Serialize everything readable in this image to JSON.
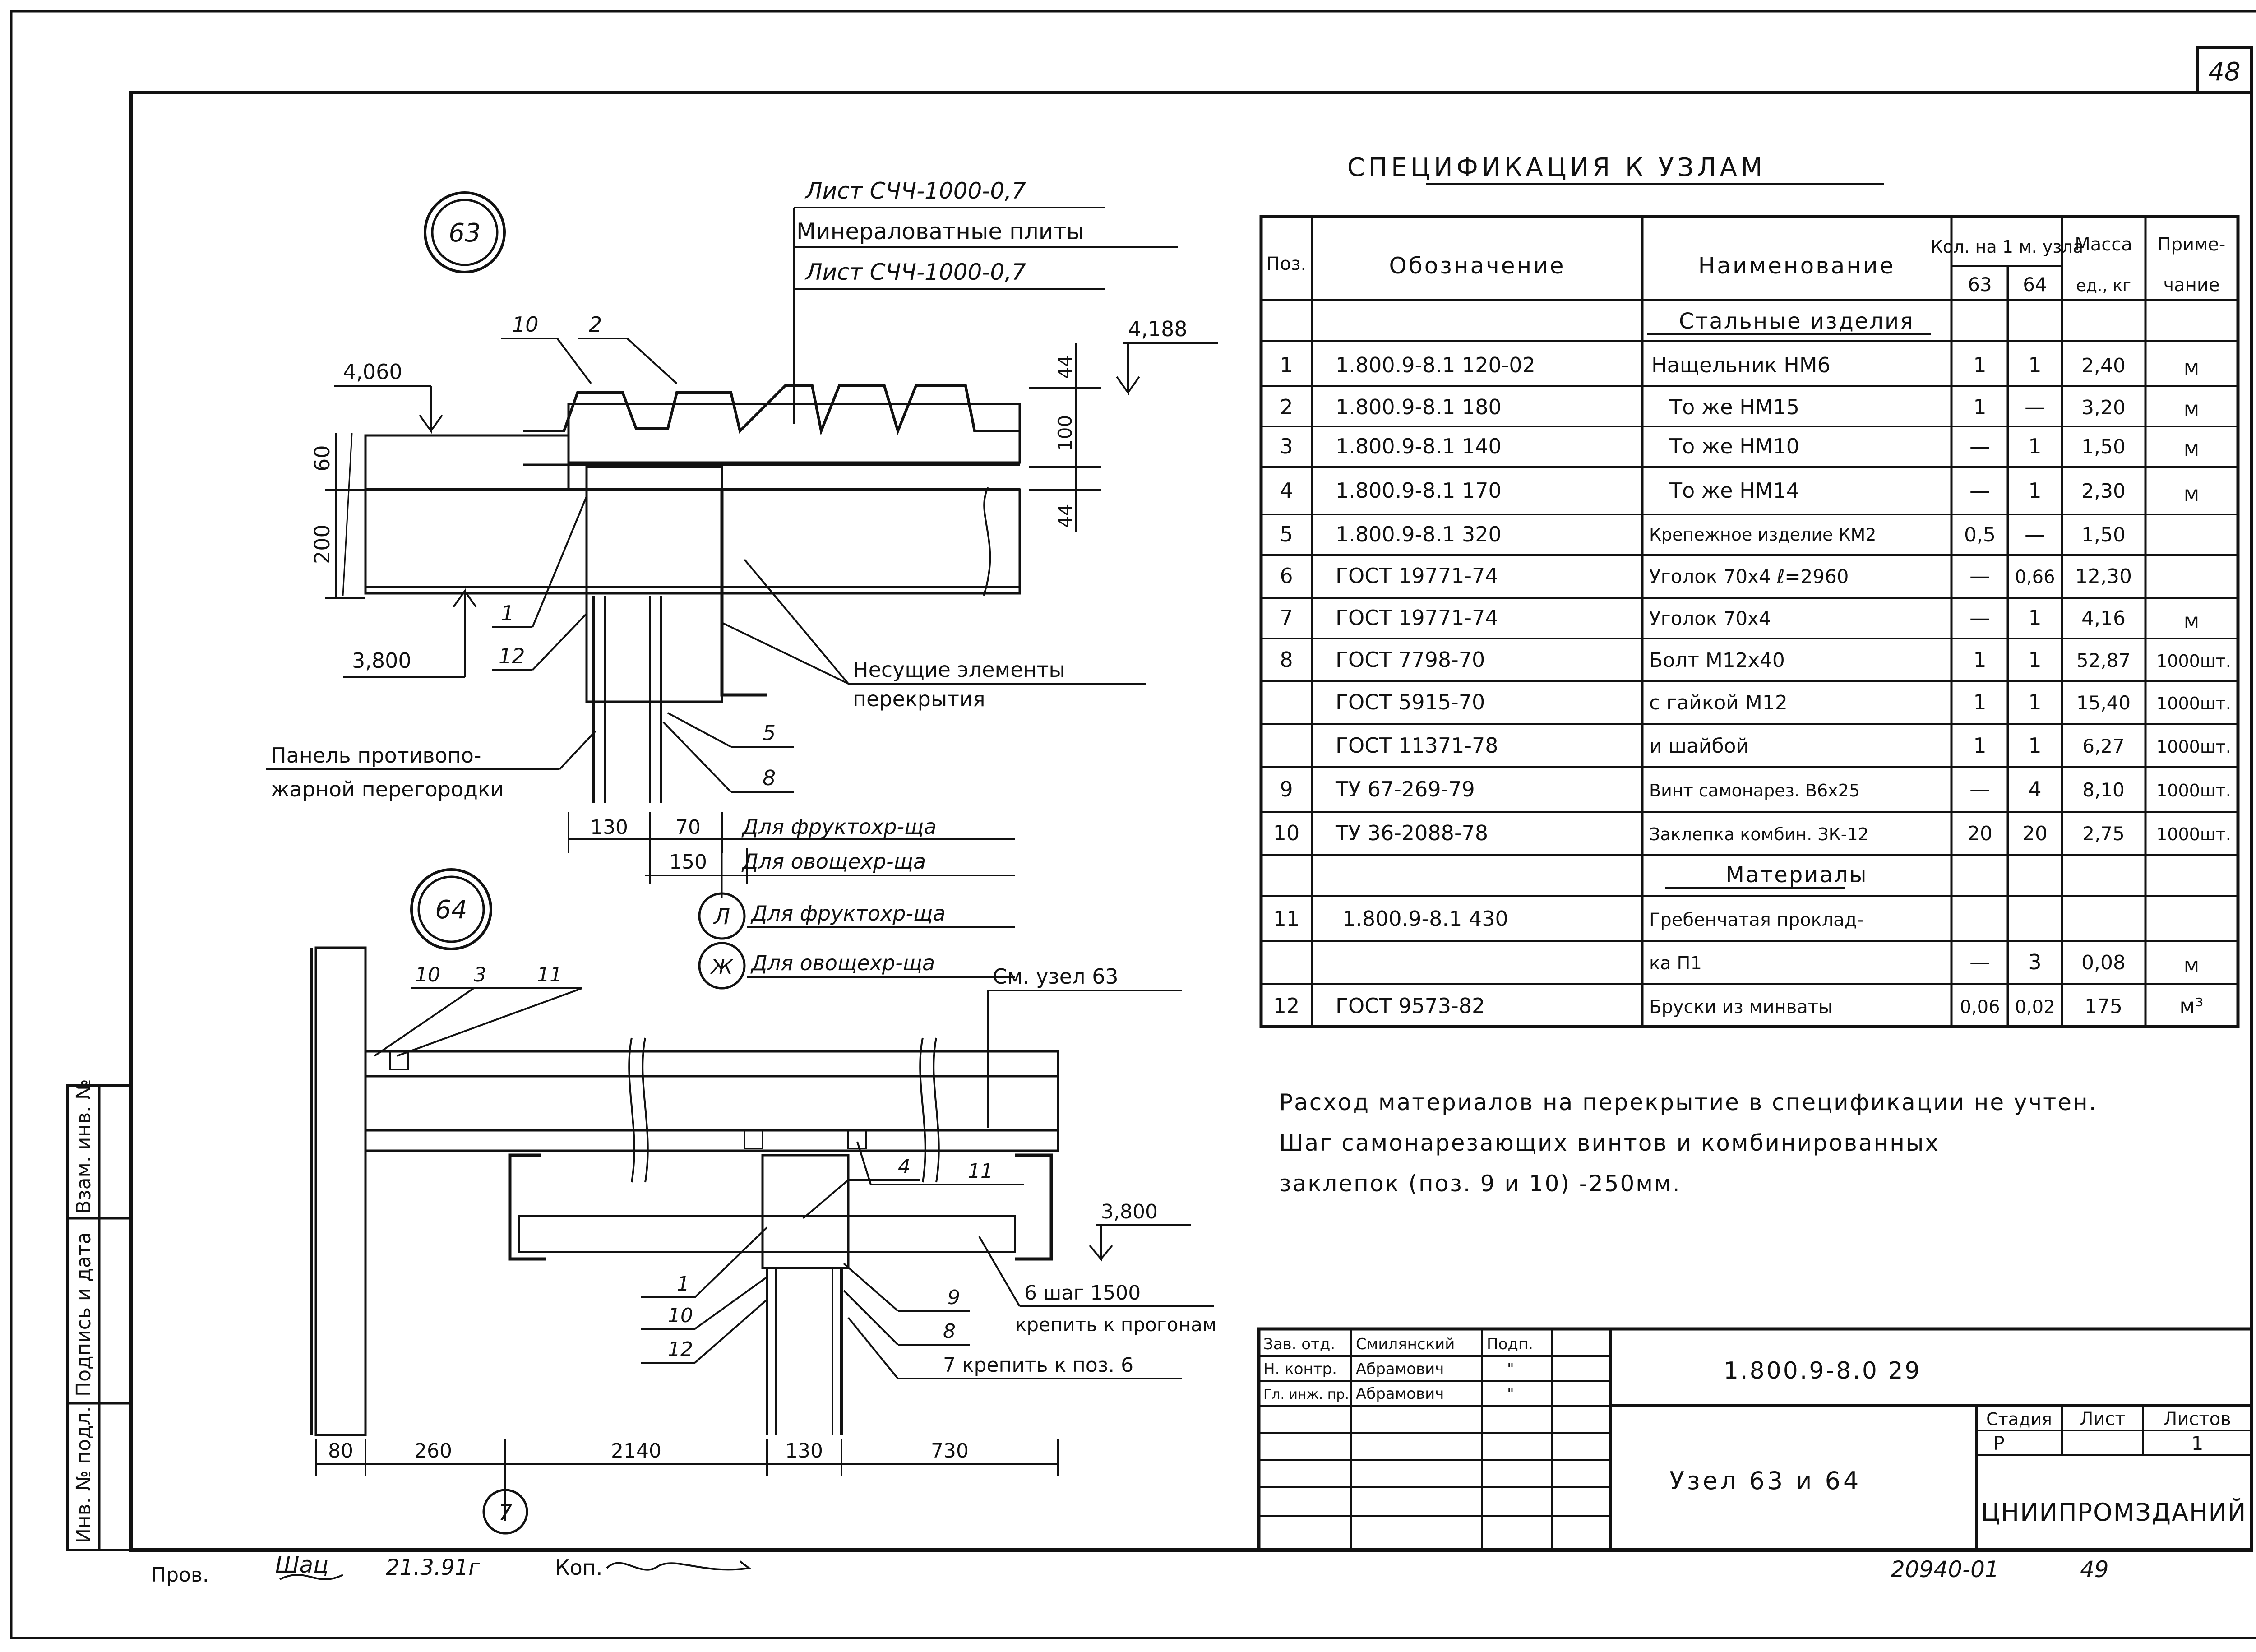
{
  "page_number": "48",
  "specification": {
    "title": "СПЕЦИФИКАЦИЯ К УЗЛАМ",
    "headers": {
      "pos": "Поз.",
      "designation": "Обозначение",
      "name": "Наименование",
      "qty_title": "Кол. на 1 м. узла",
      "qty_63": "63",
      "qty_64": "64",
      "mass_1": "Масса",
      "mass_2": "ед., кг",
      "note_1": "Приме-",
      "note_2": "чание"
    },
    "section_steel": "Стальные изделия",
    "section_materials": "Материалы",
    "rows": [
      {
        "pos": "1",
        "designation": "1.800.9-8.1 120-02",
        "name": "Нащельник НМ6",
        "q63": "1",
        "q64": "1",
        "mass": "2,40",
        "note": "м"
      },
      {
        "pos": "2",
        "designation": "1.800.9-8.1 180",
        "name": "То же НМ15",
        "q63": "1",
        "q64": "—",
        "mass": "3,20",
        "note": "м"
      },
      {
        "pos": "3",
        "designation": "1.800.9-8.1 140",
        "name": "То же НМ10",
        "q63": "—",
        "q64": "1",
        "mass": "1,50",
        "note": "м"
      },
      {
        "pos": "4",
        "designation": "1.800.9-8.1 170",
        "name": "То же НМ14",
        "q63": "—",
        "q64": "1",
        "mass": "2,30",
        "note": "м"
      },
      {
        "pos": "5",
        "designation": "1.800.9-8.1 320",
        "name": "Крепежное изделие КМ2",
        "q63": "0,5",
        "q64": "—",
        "mass": "1,50",
        "note": ""
      },
      {
        "pos": "6",
        "designation": "ГОСТ 19771-74",
        "name": "Уголок 70х4 ℓ=2960",
        "q63": "—",
        "q64": "0,66",
        "mass": "12,30",
        "note": ""
      },
      {
        "pos": "7",
        "designation": "ГОСТ 19771-74",
        "name": "Уголок 70х4",
        "q63": "—",
        "q64": "1",
        "mass": "4,16",
        "note": "м"
      },
      {
        "pos": "8",
        "designation": "ГОСТ 7798-70",
        "name": "Болт М12х40",
        "q63": "1",
        "q64": "1",
        "mass": "52,87",
        "note": "1000шт."
      },
      {
        "pos": "",
        "designation": "ГОСТ 5915-70",
        "name": "с гайкой М12",
        "q63": "1",
        "q64": "1",
        "mass": "15,40",
        "note": "1000шт."
      },
      {
        "pos": "",
        "designation": "ГОСТ 11371-78",
        "name": "и шайбой",
        "q63": "1",
        "q64": "1",
        "mass": "6,27",
        "note": "1000шт."
      },
      {
        "pos": "9",
        "designation": "ТУ 67-269-79",
        "name": "Винт самонарез. В6х25",
        "q63": "—",
        "q64": "4",
        "mass": "8,10",
        "note": "1000шт."
      },
      {
        "pos": "10",
        "designation": "ТУ 36-2088-78",
        "name": "Заклепка комбин. ЗК-12",
        "q63": "20",
        "q64": "20",
        "mass": "2,75",
        "note": "1000шт."
      }
    ],
    "material_rows": [
      {
        "pos": "11",
        "designation": "1.800.9-8.1 430",
        "name": "Гребенчатая проклад-",
        "q63": "",
        "q64": "",
        "mass": "",
        "note": ""
      },
      {
        "pos": "",
        "designation": "",
        "name": "ка П1",
        "q63": "—",
        "q64": "3",
        "mass": "0,08",
        "note": "м"
      },
      {
        "pos": "12",
        "designation": "ГОСТ 9573-82",
        "name": "Бруски из минваты",
        "q63": "0,06",
        "q64": "0,02",
        "mass": "175",
        "note": "м³"
      }
    ]
  },
  "notes": [
    "Расход материалов на перекрытие в спецификации не учтен.",
    "Шаг самонарезающих винтов и комбинированных",
    "заклепок (поз. 9 и 10) -250мм."
  ],
  "node63": {
    "label": "63",
    "sheet_top": "Лист СЧЧ-1000-0,7",
    "mineral": "Минераловатные плиты",
    "sheet_bottom": "Лист СЧЧ-1000-0,7",
    "elev_left": "4,060",
    "elev_right": "4,188",
    "elev_bottom": "3,800",
    "dims_vert_left": [
      "60",
      "200"
    ],
    "dims_vert_right": [
      "44",
      "100",
      "44"
    ],
    "callouts": [
      "10",
      "2",
      "1",
      "12",
      "5",
      "8"
    ],
    "bearing_1": "Несущие элементы",
    "bearing_2": "перекрытия",
    "panel_1": "Панель противопо-",
    "panel_2": "жарной перегородки",
    "dim_130": "130",
    "dim_70": "70",
    "dim_150": "150",
    "for_fruit": "Для фруктохр-ща",
    "for_veg": "Для овощехр-ща",
    "axis_L": "Л",
    "axis_Zh": "Ж",
    "axis_fruit": "Для фруктохр-ща",
    "axis_veg": "Для овощехр-ща"
  },
  "node64": {
    "label": "64",
    "see_node": "См. узел 63",
    "callouts_top": [
      "10",
      "3",
      "11"
    ],
    "callouts_mid": [
      "4",
      "11"
    ],
    "callouts_left": [
      "1",
      "10",
      "12"
    ],
    "callouts_right": [
      "9",
      "8"
    ],
    "elev": "3,800",
    "six_step": "6 шаг 1500",
    "fix_purlins": "крепить к прогонам",
    "seven_fix": "7 крепить к поз. 6",
    "dims": [
      "80",
      "260",
      "2140",
      "130",
      "730"
    ],
    "axis": "7"
  },
  "side_stamp": [
    "Инв. № подл.",
    "Подпись и дата",
    "Взам. инв. №"
  ],
  "title_block": {
    "roles": [
      "Зав. отд.",
      "Н. контр.",
      "Гл. инж. пр."
    ],
    "names": [
      "Смилянский",
      "Абрамович",
      "Абрамович"
    ],
    "sign_head": "Подп.",
    "signs": [
      "",
      "\"",
      "\""
    ],
    "code": "1.800.9-8.0 29",
    "title": "Узел 63 и 64",
    "stage_h": "Стадия",
    "sheet_h": "Лист",
    "sheets_h": "Листов",
    "stage": "Р",
    "sheet": "",
    "sheets": "1",
    "org": "ЦНИИПРОМЗДАНИЙ"
  },
  "footer": {
    "checked": "Пров.",
    "sign": "Шац",
    "date": "21.3.91г",
    "copy": "Коп.",
    "doc_no": "20940-01",
    "page": "49"
  }
}
